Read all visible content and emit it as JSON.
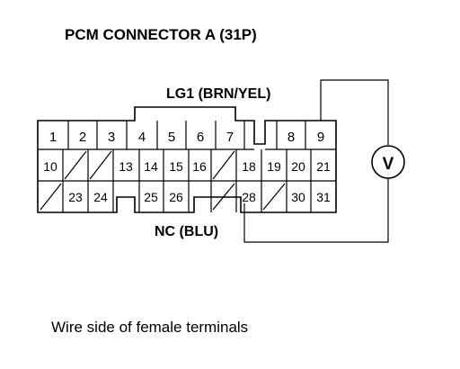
{
  "title": "PCM CONNECTOR A (31P)",
  "top_label": "LG1 (BRN/YEL)",
  "bottom_label": "NC (BLU)",
  "meter_symbol": "V",
  "caption": "Wire side of female terminals",
  "pins": {
    "row1": [
      "1",
      "2",
      "3",
      "4",
      "5",
      "6",
      "7",
      "8",
      "9"
    ],
    "row2": [
      "10",
      "13",
      "14",
      "15",
      "16",
      "18",
      "19",
      "20",
      "21"
    ],
    "row3": [
      "23",
      "24",
      "25",
      "26",
      "28",
      "30",
      "31"
    ]
  }
}
